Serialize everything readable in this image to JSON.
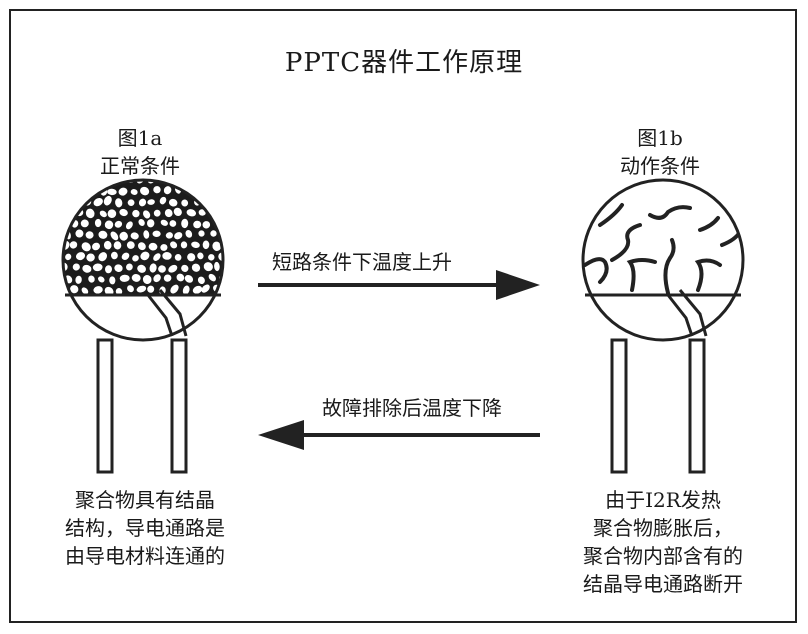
{
  "title": "PPTC器件工作原理",
  "fig_a": {
    "label": "图1a",
    "state": "正常条件"
  },
  "fig_b": {
    "label": "图1b",
    "state": "动作条件"
  },
  "arrow_right_label": "短路条件下温度上升",
  "arrow_left_label": "故障排除后温度下降",
  "desc_a": [
    "聚合物具有结晶",
    "结构，导电通路是",
    "由导电材料连通的"
  ],
  "desc_b": [
    "由于I2R发热",
    "聚合物膨胀后，",
    "聚合物内部含有的",
    "结晶导电通路断开"
  ]
}
